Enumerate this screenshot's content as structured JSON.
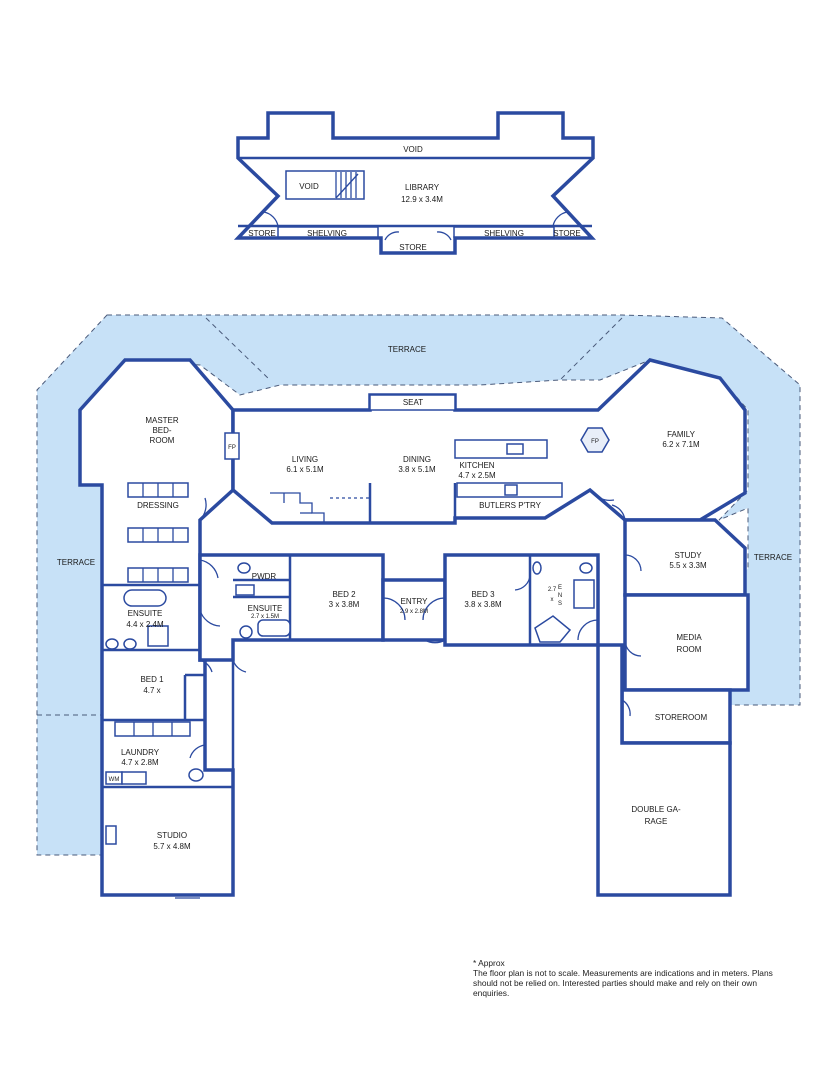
{
  "upper_floor": {
    "void_top": "VOID",
    "void_stair": "VOID",
    "library": {
      "name": "LIBRARY",
      "size": "12.9 x 3.4M"
    },
    "store_left": "STORE",
    "store_center": "STORE",
    "store_right": "STORE",
    "shelving_left": "SHELVING",
    "shelving_right": "SHELVING"
  },
  "ground_floor": {
    "terrace_top": "TERRACE",
    "terrace_left": "TERRACE",
    "terrace_right": "TERRACE",
    "seat": "SEAT",
    "master": {
      "line1": "MASTER",
      "line2": "BED-",
      "line3": "ROOM"
    },
    "dressing": "DRESSING",
    "ensuite_master": {
      "name": "ENSUITE",
      "size": "4.4 x 2.4M"
    },
    "bed1": {
      "name": "BED 1",
      "size": "4.7 x"
    },
    "laundry": {
      "name": "LAUNDRY",
      "size": "4.7 x 2.8M"
    },
    "wm": "WM",
    "studio": {
      "name": "STUDIO",
      "size": "5.7 x 4.8M"
    },
    "fp_living": "FP",
    "fp_family": "FP",
    "living": {
      "name": "LIVING",
      "size": "6.1 x 5.1M"
    },
    "dining": {
      "name": "DINING",
      "size": "3.8 x 5.1M"
    },
    "kitchen": {
      "name": "KITCHEN",
      "size": "4.7 x 2.5M"
    },
    "butlers": "BUTLERS P'TRY",
    "family": {
      "name": "FAMILY",
      "size": "6.2 x 7.1M"
    },
    "pwdr": "PWDR",
    "ensuite2": {
      "name": "ENSUITE",
      "size": "2.7 x 1.5M"
    },
    "bed2": {
      "name": "BED 2",
      "size": "3 x 3.8M"
    },
    "entry": {
      "name": "ENTRY",
      "size": "2.9 x 2.8M"
    },
    "bed3": {
      "name": "BED 3",
      "size": "3.8 x 3.8M"
    },
    "ens_vertical": {
      "l1": "E",
      "l2": "N",
      "l3": "S",
      "s1": "2.7",
      "s2": "x"
    },
    "study": {
      "name": "STUDY",
      "size": "5.5 x 3.3M"
    },
    "media": {
      "line1": "MEDIA",
      "line2": "ROOM"
    },
    "storeroom": "STOREROOM",
    "garage": {
      "line1": "DOUBLE GA-",
      "line2": "RAGE"
    }
  },
  "disclaimer": {
    "line1": "* Approx",
    "line2": "The floor plan is not to scale. Measurements are indications and in meters. Plans should not be relied on. Interested parties should make and rely on their own enquiries."
  },
  "colors": {
    "wall": "#2b4aa0",
    "terrace": "#c7e1f7",
    "background": "#ffffff"
  }
}
